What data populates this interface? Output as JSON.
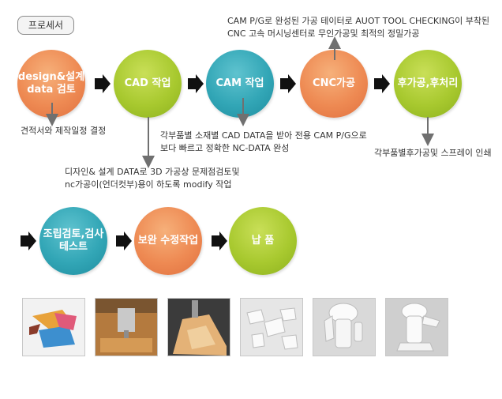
{
  "tag": "프로세서",
  "steps": [
    {
      "line1": "design&설계",
      "line2": "data 검토"
    },
    {
      "line1": "CAD 작업"
    },
    {
      "line1": "CAM 작업"
    },
    {
      "line1": "CNC가공"
    },
    {
      "line1": "후가공,후처리"
    },
    {
      "line1": "조립검토,검사",
      "line2": "테스트"
    },
    {
      "line1": "보완 수정작업"
    },
    {
      "line1": "납 품"
    }
  ],
  "notes": {
    "design": "견적서와 제작일정 결정",
    "cad": [
      "디자인& 설계 DATA로  3D 가공상 문제점검토및",
      "nc가공이(언더컷부)용이 하도록 modify 작업"
    ],
    "cam": [
      "각부품별 소재별 CAD DATA을 받아 전용 CAM P/G으로",
      "보다 빠르고 정확한  NC-DATA 완성"
    ],
    "cnc": [
      "CAM P/G로 완성된 가공 테이터로 AUOT TOOL CHECKING이 부착된",
      "CNC 고속 머시닝센터로  무인가공및 최적의 정밀가공"
    ],
    "post": "각부품별후가공및 스프레이 인쇄"
  },
  "colors": {
    "orange": "#ee8a53",
    "green": "#a8c92f",
    "teal": "#32a6b6"
  }
}
